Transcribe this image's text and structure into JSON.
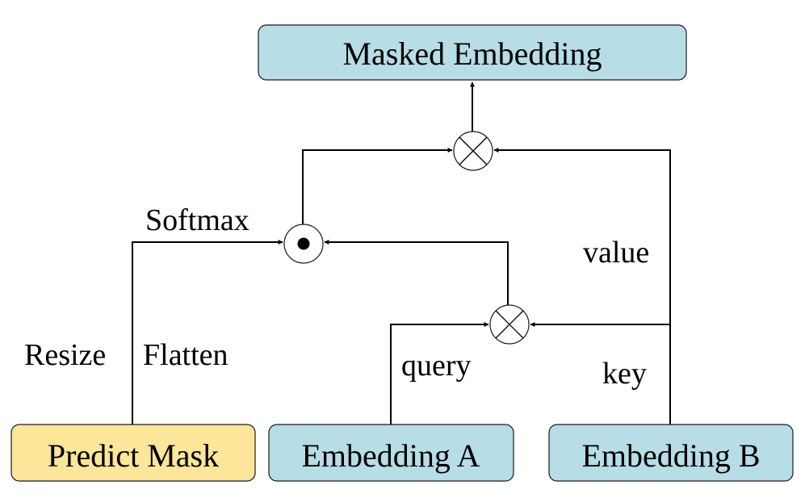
{
  "nodes": {
    "masked_embedding": "Masked Embedding",
    "predict_mask": "Predict Mask",
    "embedding_a": "Embedding A",
    "embedding_b": "Embedding B"
  },
  "edge_labels": {
    "softmax": "Softmax",
    "resize": "Resize",
    "flatten": "Flatten",
    "query": "query",
    "key": "key",
    "value": "value"
  },
  "colors": {
    "embedding_fill": "#b7dde6",
    "mask_fill": "#fde59a",
    "line": "#000000"
  },
  "operators": {
    "multiply_top": "matrix-multiply",
    "hadamard": "element-wise-product",
    "multiply_bottom": "matrix-multiply"
  }
}
